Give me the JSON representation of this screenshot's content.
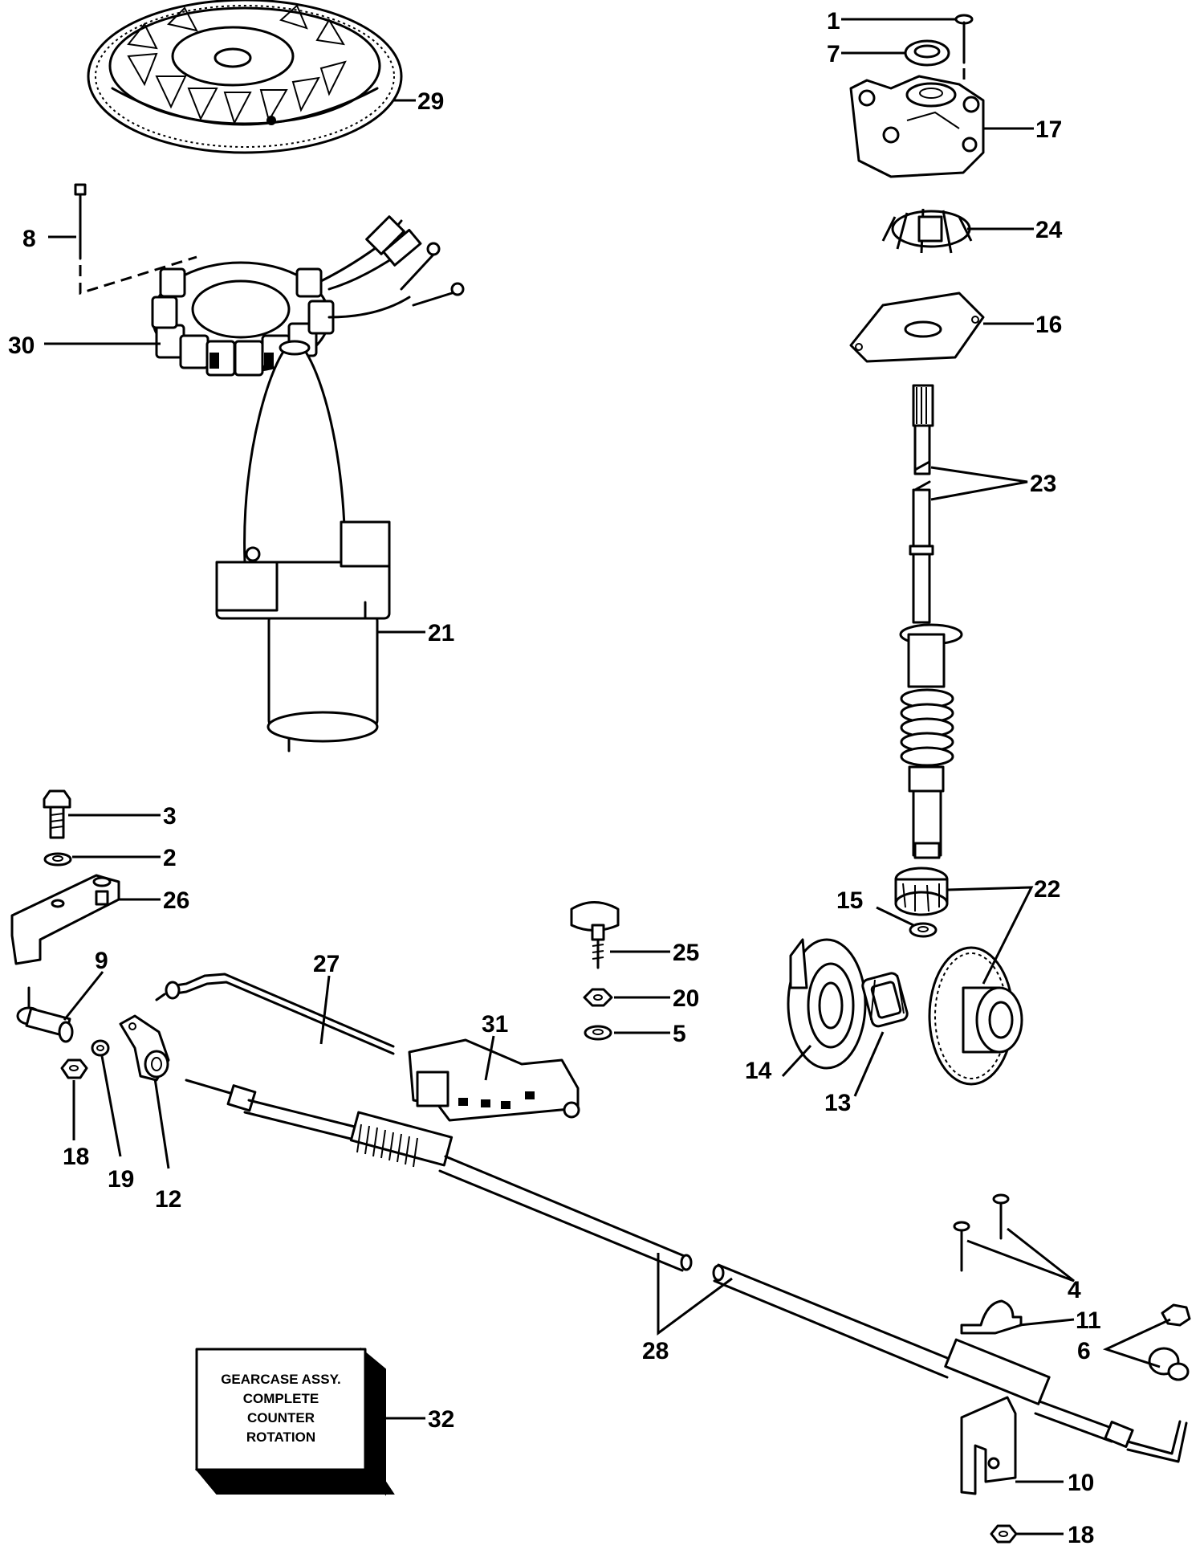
{
  "callouts": {
    "c1": "1",
    "c2": "2",
    "c3": "3",
    "c4": "4",
    "c5": "5",
    "c6": "6",
    "c7": "7",
    "c8": "8",
    "c9": "9",
    "c10": "10",
    "c11": "11",
    "c12": "12",
    "c13": "13",
    "c14": "14",
    "c15": "15",
    "c16": "16",
    "c17": "17",
    "c18a": "18",
    "c18b": "18",
    "c19": "19",
    "c20": "20",
    "c21": "21",
    "c22": "22",
    "c23": "23",
    "c24": "24",
    "c25": "25",
    "c26": "26",
    "c27": "27",
    "c28": "28",
    "c29": "29",
    "c30": "30",
    "c31": "31",
    "c32": "32"
  },
  "box_label": {
    "line1": "GEARCASE ASSY.",
    "line2": "COMPLETE",
    "line3": "COUNTER",
    "line4": "ROTATION"
  },
  "colors": {
    "ink": "#000000",
    "paper": "#ffffff"
  }
}
